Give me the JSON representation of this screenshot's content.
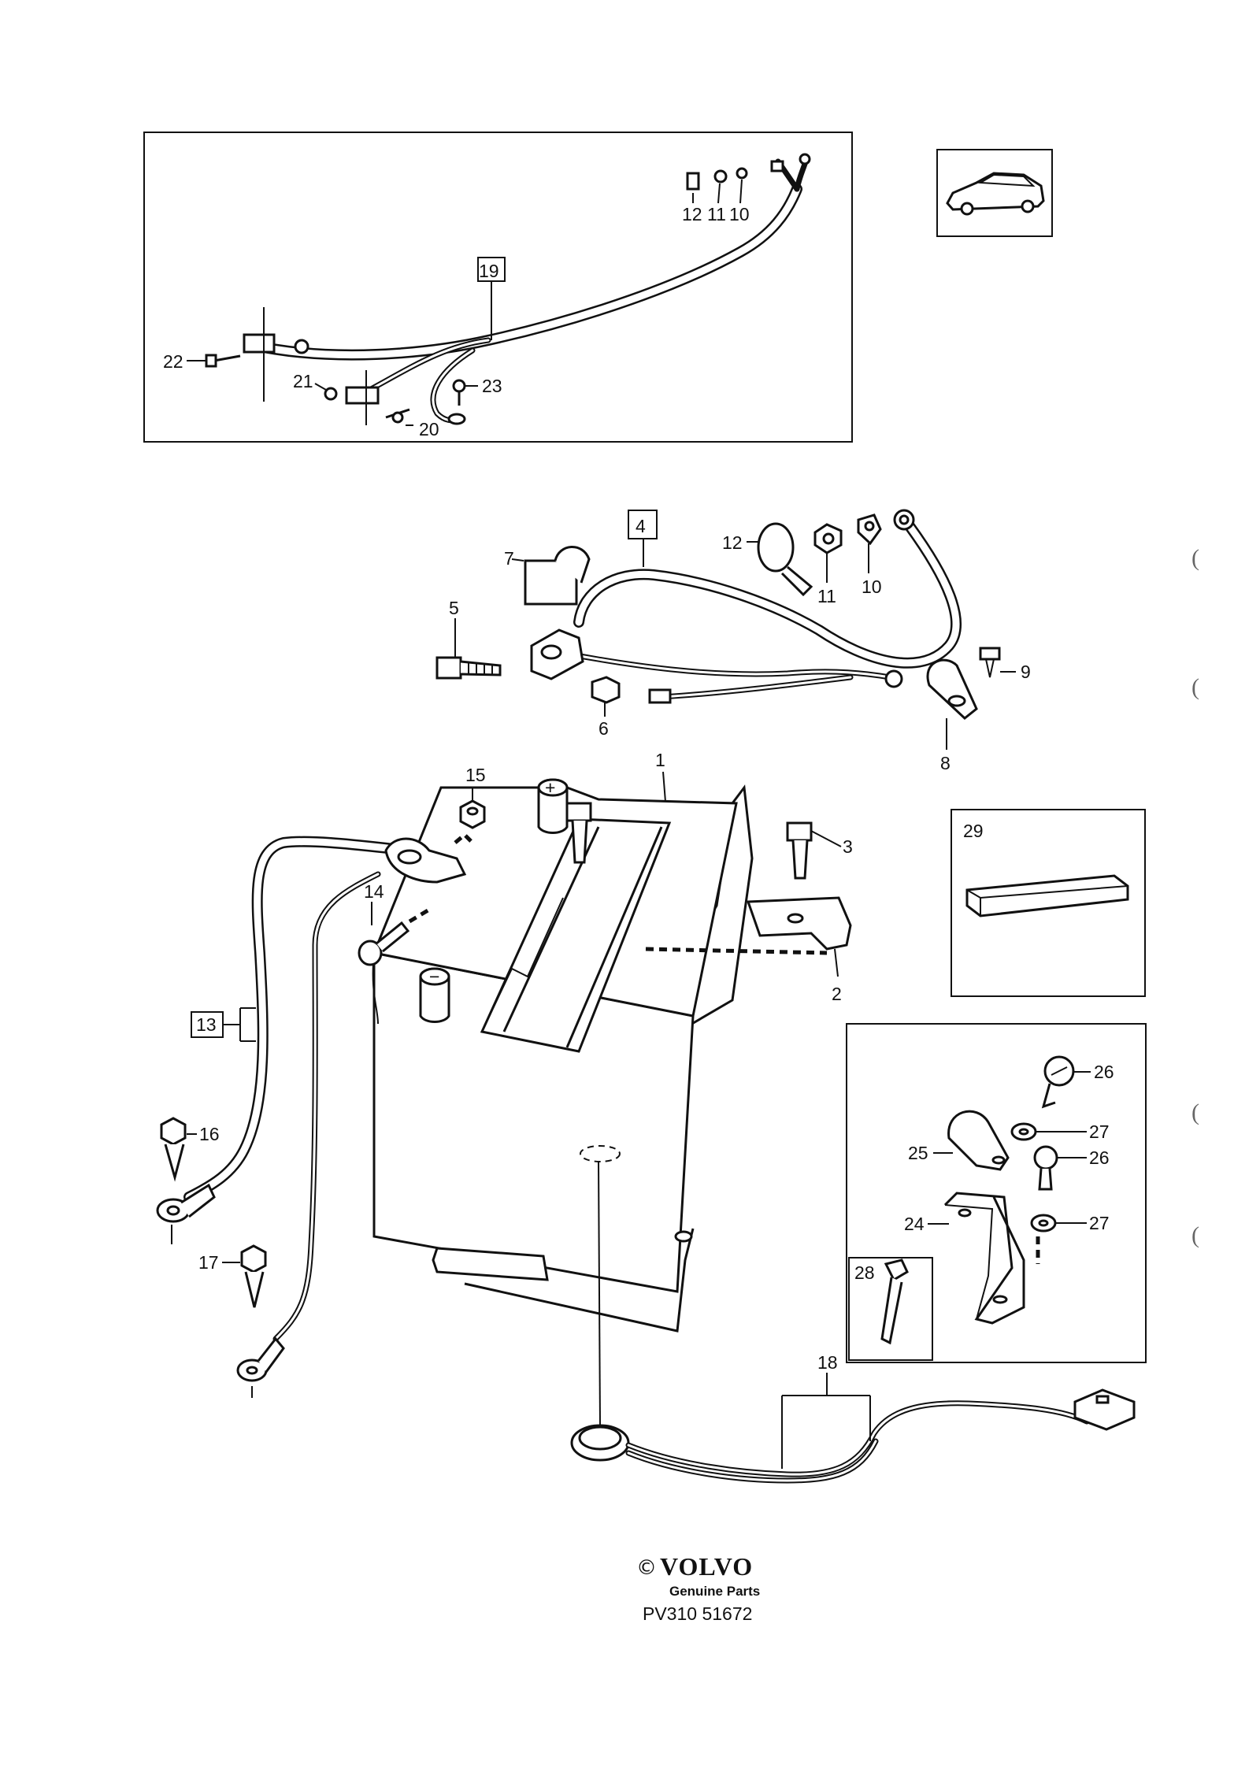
{
  "diagram": {
    "callouts": {
      "c1": "1",
      "c2": "2",
      "c3": "3",
      "c4": "4",
      "c5": "5",
      "c6": "6",
      "c7": "7",
      "c8": "8",
      "c9": "9",
      "c10": "10",
      "c11": "11",
      "c12": "12",
      "c13": "13",
      "c14": "14",
      "c15": "15",
      "c16": "16",
      "c17": "17",
      "c18": "18",
      "c19": "19",
      "c20": "20",
      "c21": "21",
      "c22": "22",
      "c23": "23",
      "c24": "24",
      "c25": "25",
      "c26a": "26",
      "c26b": "26",
      "c27a": "27",
      "c27b": "27",
      "c28": "28",
      "c29": "29",
      "inset_c10": "10",
      "inset_c11": "11",
      "inset_c12": "12"
    },
    "terminal_marks": {
      "positive": "+",
      "negative": "−"
    },
    "margin_marks": [
      "(",
      "(",
      "(",
      "("
    ]
  },
  "footer": {
    "copyright_symbol": "©",
    "brand": "VOLVO",
    "subtitle": "Genuine Parts",
    "code": "PV310 51672"
  }
}
